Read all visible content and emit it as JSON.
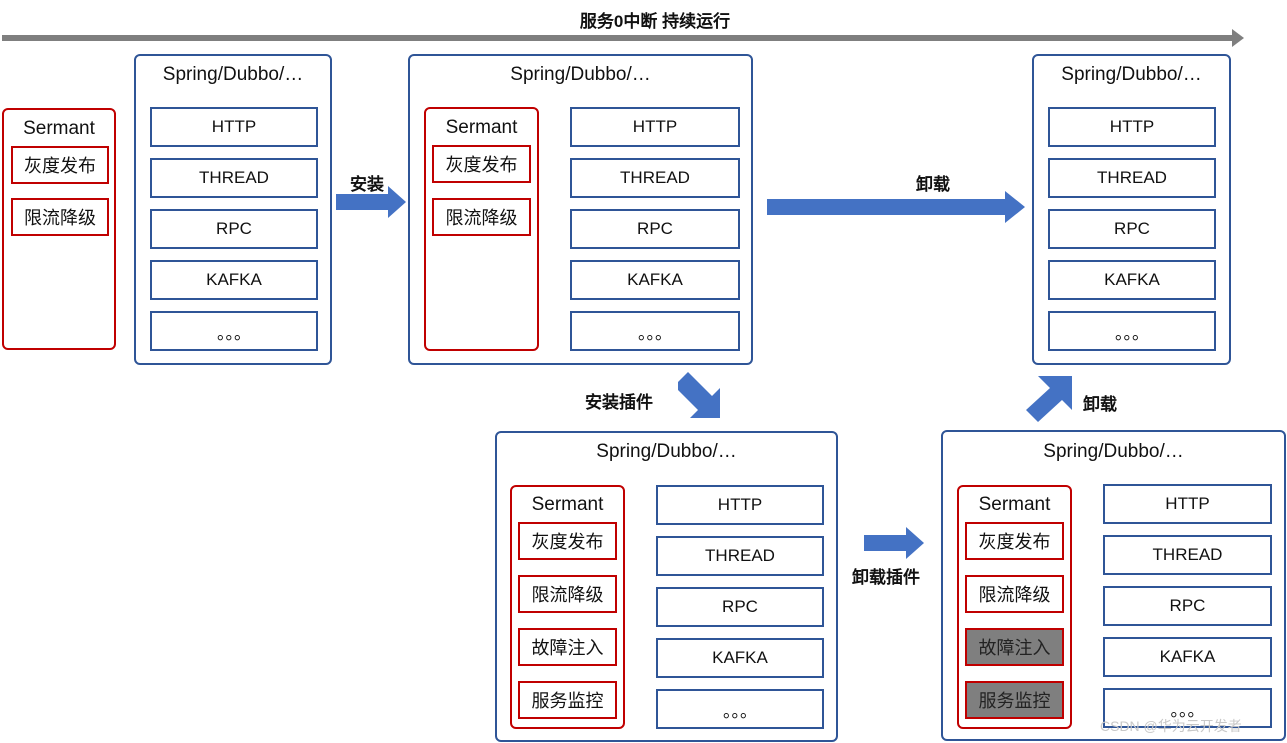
{
  "header": {
    "title": "服务0中断 持续运行"
  },
  "colors": {
    "framework_border": "#2f5597",
    "sermant_border": "#c00000",
    "arrow": "#4472c4",
    "timeline": "#7f7f7f",
    "removed_plugin": "#7f7f7f"
  },
  "framework": {
    "title": "Spring/Dubbo/…",
    "layers": [
      "HTTP",
      "THREAD",
      "RPC",
      "KAFKA",
      "。。。"
    ]
  },
  "sermant": {
    "title": "Sermant",
    "plugins_initial": [
      "灰度发布",
      "限流降级"
    ],
    "plugins_full": [
      "灰度发布",
      "限流降级",
      "故障注入",
      "服务监控"
    ]
  },
  "steps": {
    "install": "安装",
    "uninstall": "卸载",
    "install_plugin": "安装插件",
    "uninstall_plugin": "卸载插件",
    "uninstall2": "卸载"
  },
  "watermark": "CSDN @华为云开发者"
}
